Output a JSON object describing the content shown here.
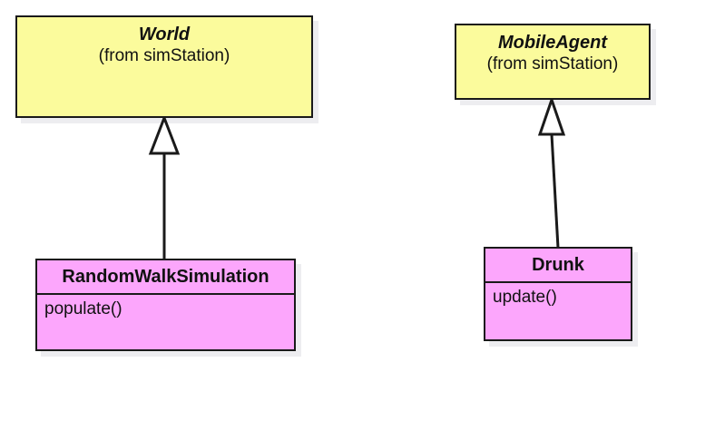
{
  "diagram": {
    "title": "UML class diagram",
    "type": "uml-class-diagram",
    "background": "#ffffff",
    "colors": {
      "abstract_fill": "#fbfb9c",
      "concrete_fill": "#fca6fc",
      "border": "#1a1a1a",
      "shadow": "#ededf0",
      "text": "#111111"
    }
  },
  "classes": [
    {
      "id": "world",
      "name": "World",
      "package": "(from simStation)",
      "fill": "#fbfb9c",
      "abstract": true,
      "members": []
    },
    {
      "id": "mobileagent",
      "name": "MobileAgent",
      "package": "(from simStation)",
      "fill": "#fbfb9c",
      "abstract": true,
      "members": []
    },
    {
      "id": "randomwalksimulation",
      "name": "RandomWalkSimulation",
      "package": "",
      "fill": "#fca6fc",
      "abstract": false,
      "members": [
        "populate()"
      ]
    },
    {
      "id": "drunk",
      "name": "Drunk",
      "package": "",
      "fill": "#fca6fc",
      "abstract": false,
      "members": [
        "update()"
      ]
    }
  ],
  "relationships": [
    {
      "id": "rel-1",
      "type": "generalization",
      "label": "",
      "from": "RandomWalkSimulation",
      "to": "World"
    },
    {
      "id": "rel-2",
      "type": "generalization",
      "label": "",
      "from": "Drunk",
      "to": "MobileAgent"
    }
  ]
}
